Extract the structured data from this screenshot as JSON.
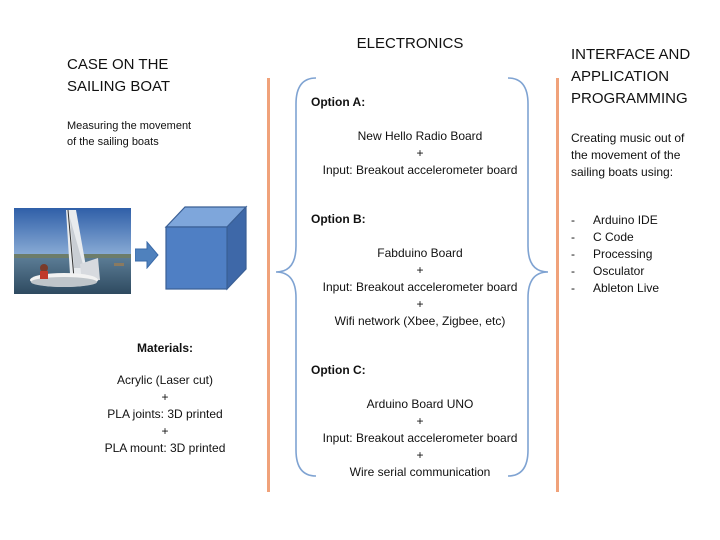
{
  "left": {
    "title_line1": "CASE ON THE",
    "title_line2": "SAILING BOAT",
    "desc_line1": "Measuring the movement",
    "desc_line2": "of the sailing boats",
    "materials_title": "Materials:",
    "materials": [
      "Acrylic (Laser cut)",
      "+",
      "PLA joints: 3D printed",
      "+",
      "PLA mount: 3D printed"
    ]
  },
  "middle": {
    "title": "ELECTRONICS",
    "option_a": {
      "label": "Option A:",
      "lines": [
        "New Hello Radio Board",
        "+",
        "Input: Breakout accelerometer board"
      ]
    },
    "option_b": {
      "label": "Option B:",
      "lines": [
        "Fabduino Board",
        "+",
        "Input: Breakout accelerometer board",
        "+",
        "Wifi network (Xbee, Zigbee, etc)"
      ]
    },
    "option_c": {
      "label": "Option C:",
      "lines": [
        "Arduino Board UNO",
        "+",
        "Input: Breakout accelerometer board",
        "+",
        "Wire serial communication"
      ]
    }
  },
  "right": {
    "title_line1": "INTERFACE AND",
    "title_line2": "APPLICATION",
    "title_line3": "PROGRAMMING",
    "desc_line1": "Creating music out of",
    "desc_line2": "the movement of the",
    "desc_line3": "sailing boats using:",
    "tools": [
      "Arduino IDE",
      "C Code",
      "Processing",
      "Osculator",
      "Ableton Live"
    ]
  },
  "colors": {
    "divider": "#F0A27A",
    "brace": "#7FA3D2",
    "cube_front": "#4F7FC4",
    "arrow": "#4F81BD"
  }
}
